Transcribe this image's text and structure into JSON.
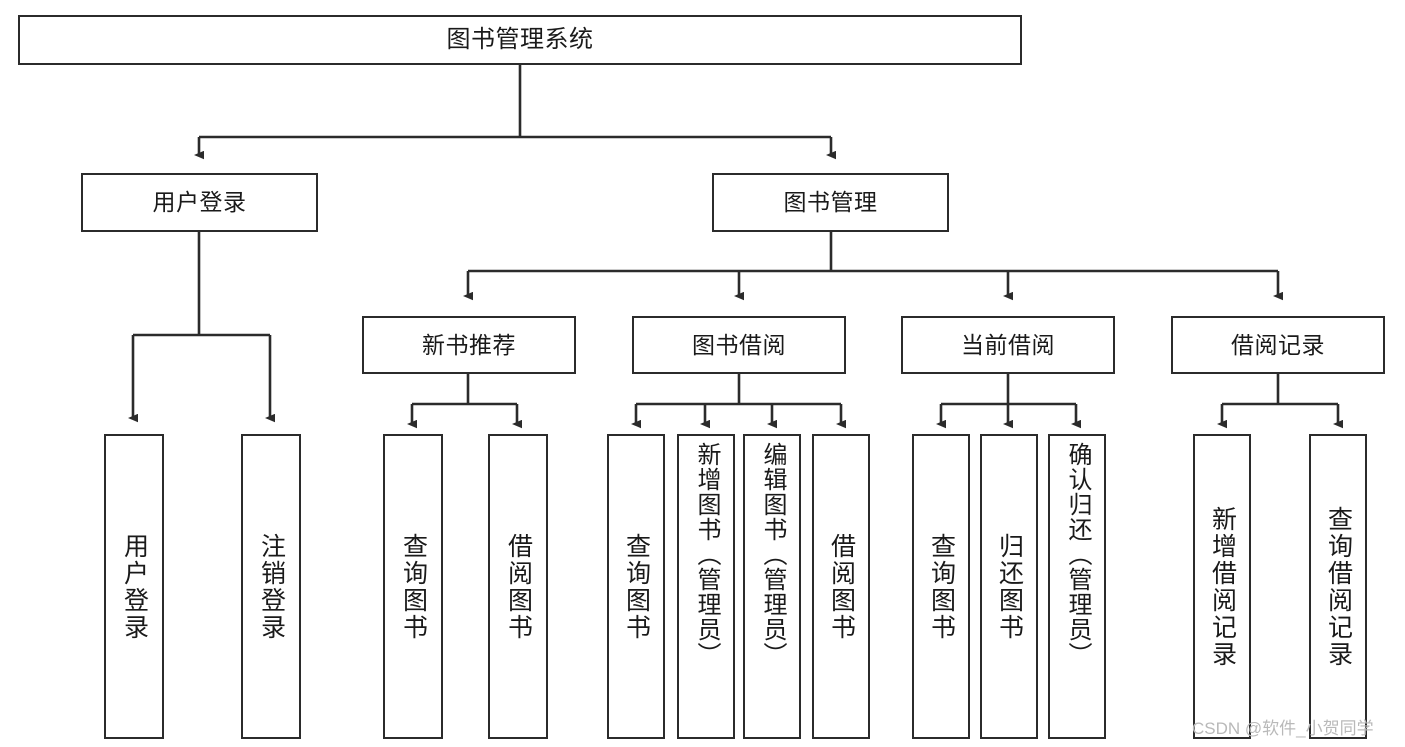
{
  "diagram": {
    "type": "tree-hierarchy",
    "title": "图书管理系统",
    "orientation": "top-down",
    "background_color": "#ffffff",
    "line_color": "#2b2b2b",
    "box_border_color": "#2b2b2b",
    "text_color": "#1a1a1a",
    "watermark": "CSDN @软件_小贺同学",
    "levels": 4
  },
  "nodes": {
    "root": {
      "label": "图书管理系统",
      "level": 0
    },
    "level1": [
      {
        "label": "用户登录",
        "level": 1
      },
      {
        "label": "图书管理",
        "level": 1
      }
    ],
    "level2": [
      {
        "label": "新书推荐",
        "level": 2,
        "parent": "图书管理"
      },
      {
        "label": "图书借阅",
        "level": 2,
        "parent": "图书管理"
      },
      {
        "label": "当前借阅",
        "level": 2,
        "parent": "图书管理"
      },
      {
        "label": "借阅记录",
        "level": 2,
        "parent": "图书管理"
      }
    ],
    "leaves": {
      "user_login": [
        {
          "label": "用户登录",
          "parent": "用户登录"
        },
        {
          "label": "注销登录",
          "parent": "用户登录"
        }
      ],
      "new_book_recommend": [
        {
          "label": "查询图书",
          "parent": "新书推荐"
        },
        {
          "label": "借阅图书",
          "parent": "新书推荐"
        }
      ],
      "book_borrow": [
        {
          "label": "查询图书",
          "parent": "图书借阅"
        },
        {
          "label": "新增图书（管理员）",
          "parent": "图书借阅"
        },
        {
          "label": "编辑图书（管理员）",
          "parent": "图书借阅"
        },
        {
          "label": "借阅图书",
          "parent": "图书借阅"
        }
      ],
      "current_borrow": [
        {
          "label": "查询图书",
          "parent": "当前借阅"
        },
        {
          "label": "归还图书",
          "parent": "当前借阅"
        },
        {
          "label": "确认归还（管理员）",
          "parent": "当前借阅"
        }
      ],
      "borrow_record": [
        {
          "label": "新增借阅记录",
          "parent": "借阅记录"
        },
        {
          "label": "查询借阅记录",
          "parent": "借阅记录"
        }
      ]
    }
  }
}
